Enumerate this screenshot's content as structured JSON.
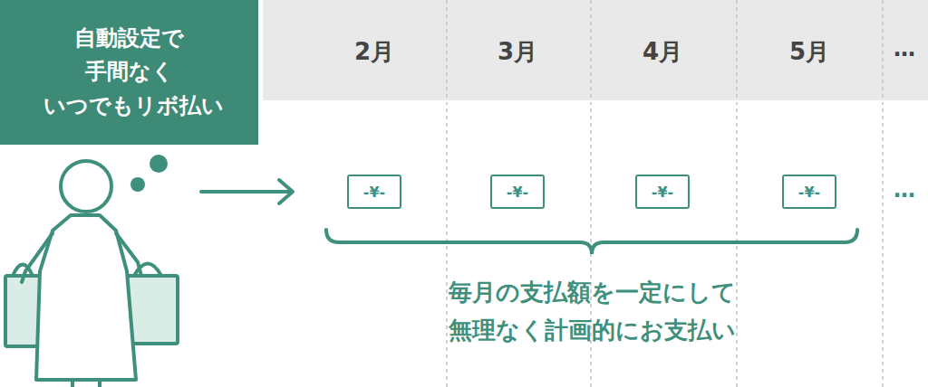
{
  "diagram": {
    "nodes": [
      {
        "text": [
          "自動設定で 手間なく いつでもリボ払い"
        ]
      },
      {
        "text": [
          "-¥-"
        ]
      },
      {
        "text": [
          "-¥-"
        ]
      },
      {
        "text": [
          "-¥-"
        ]
      },
      {
        "text": [
          "-¥-"
        ]
      }
    ],
    "labels": [
      "2月",
      "3月",
      "4月",
      "5月",
      "…",
      "…",
      "毎月の支払額を一定にして 無理なく計画的にお支払い"
    ]
  }
}
